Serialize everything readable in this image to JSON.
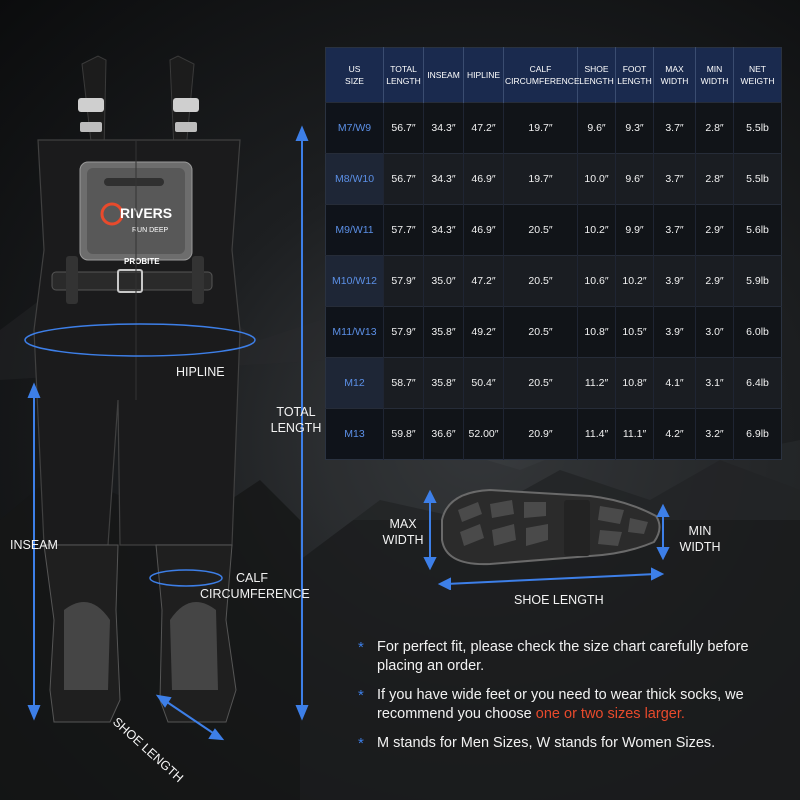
{
  "brand": {
    "logo_text": "RIVERS",
    "logo_subtext": "RUN DEEP",
    "material_label": "PROBITE"
  },
  "diagram_labels": {
    "hipline": "HIPLINE",
    "total_length_line1": "TOTAL",
    "total_length_line2": "LENGTH",
    "inseam": "INSEAM",
    "calf_line1": "CALF",
    "calf_line2": "CIRCUMFERENCE",
    "shoe_length_diag": "SHOE LENGTH",
    "max_width_line1": "MAX",
    "max_width_line2": "WIDTH",
    "min_width_line1": "MIN",
    "min_width_line2": "WIDTH",
    "shoe_length": "SHOE LENGTH"
  },
  "table": {
    "headers": [
      [
        "US",
        "SIZE"
      ],
      [
        "TOTAL",
        "LENGTH"
      ],
      [
        "INSEAM",
        ""
      ],
      [
        "HIPLINE",
        ""
      ],
      [
        "CALF",
        "CIRCUMFERENCE"
      ],
      [
        "SHOE",
        "LENGTH"
      ],
      [
        "FOOT",
        "LENGTH"
      ],
      [
        "MAX",
        "WIDTH"
      ],
      [
        "MIN",
        "WIDTH"
      ],
      [
        "NET",
        "WEIGTH"
      ]
    ],
    "rows": [
      [
        "M7/W9",
        "56.7″",
        "34.3″",
        "47.2″",
        "19.7″",
        "9.6″",
        "9.3″",
        "3.7″",
        "2.8″",
        "5.5lb"
      ],
      [
        "M8/W10",
        "56.7″",
        "34.3″",
        "46.9″",
        "19.7″",
        "10.0″",
        "9.6″",
        "3.7″",
        "2.8″",
        "5.5lb"
      ],
      [
        "M9/W11",
        "57.7″",
        "34.3″",
        "46.9″",
        "20.5″",
        "10.2″",
        "9.9″",
        "3.7″",
        "2.9″",
        "5.6lb"
      ],
      [
        "M10/W12",
        "57.9″",
        "35.0″",
        "47.2″",
        "20.5″",
        "10.6″",
        "10.2″",
        "3.9″",
        "2.9″",
        "5.9lb"
      ],
      [
        "M11/W13",
        "57.9″",
        "35.8″",
        "49.2″",
        "20.5″",
        "10.8″",
        "10.5″",
        "3.9″",
        "3.0″",
        "6.0lb"
      ],
      [
        "M12",
        "58.7″",
        "35.8″",
        "50.4″",
        "20.5″",
        "11.2″",
        "10.8″",
        "4.1″",
        "3.1″",
        "6.4lb"
      ],
      [
        "M13",
        "59.8″",
        "36.6″",
        "52.00″",
        "20.9″",
        "11.4″",
        "11.1″",
        "4.2″",
        "3.2″",
        "6.9lb"
      ]
    ]
  },
  "notes": {
    "star": "*",
    "note1": "For perfect fit, please check the size chart carefully before placing an order.",
    "note2_prefix": "If you have wide feet or you need to wear thick socks, we recommend you choose ",
    "note2_highlight": "one or two sizes larger.",
    "note3": "M stands for Men Sizes, W stands for Women Sizes."
  },
  "colors": {
    "accent_blue": "#3d7fe8",
    "header_navy": "#1a2a4e",
    "highlight_red": "#e84a2c"
  }
}
